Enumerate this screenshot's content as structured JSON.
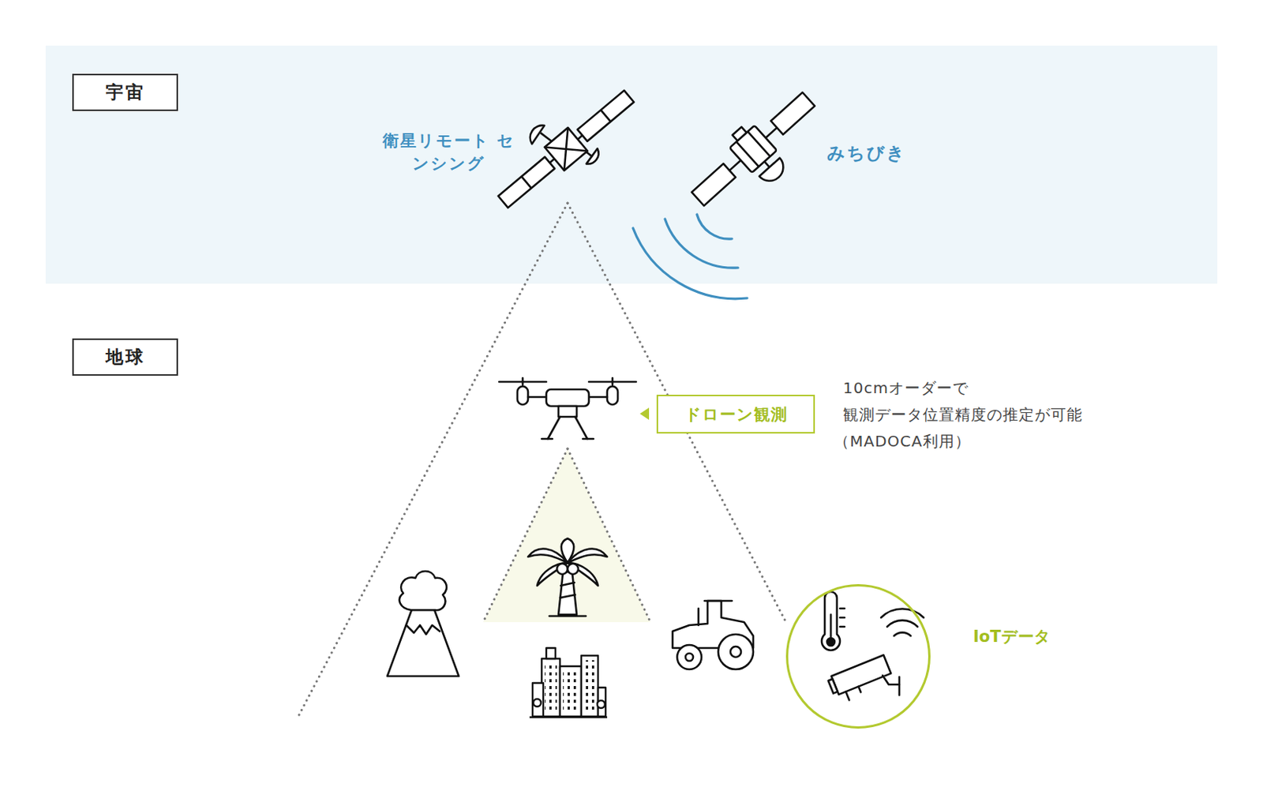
{
  "diagram": {
    "nodes": [
      {
        "text": [
          "宇宙"
        ]
      },
      {
        "text": [
          "地球"
        ]
      },
      {
        "text": [
          "ドローン観測"
        ]
      },
      {
        "text": [
          "IoTデータ"
        ]
      }
    ],
    "labels": [
      "衛星リモート センシング",
      "みちびき",
      "10cmオーダーで",
      "観測データ位置精度の推定が可能",
      "（MADOCA利用）"
    ]
  }
}
